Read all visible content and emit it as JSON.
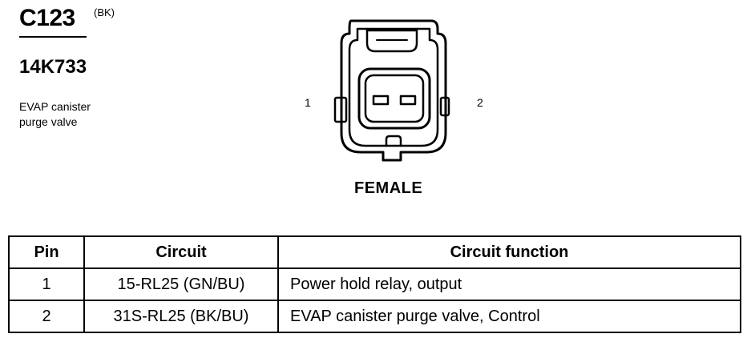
{
  "header": {
    "connector_id": "C123",
    "color_code": "(BK)",
    "part_number": "14K733",
    "description_lines": [
      "EVAP canister",
      "purge valve"
    ]
  },
  "connector": {
    "pin_labels": [
      "1",
      "2"
    ],
    "gender": "FEMALE"
  },
  "table": {
    "headers": [
      "Pin",
      "Circuit",
      "Circuit function"
    ],
    "rows": [
      {
        "pin": "1",
        "circuit": "15-RL25 (GN/BU)",
        "function": "Power hold relay, output"
      },
      {
        "pin": "2",
        "circuit": "31S-RL25 (BK/BU)",
        "function": "EVAP canister purge valve, Control"
      }
    ]
  }
}
